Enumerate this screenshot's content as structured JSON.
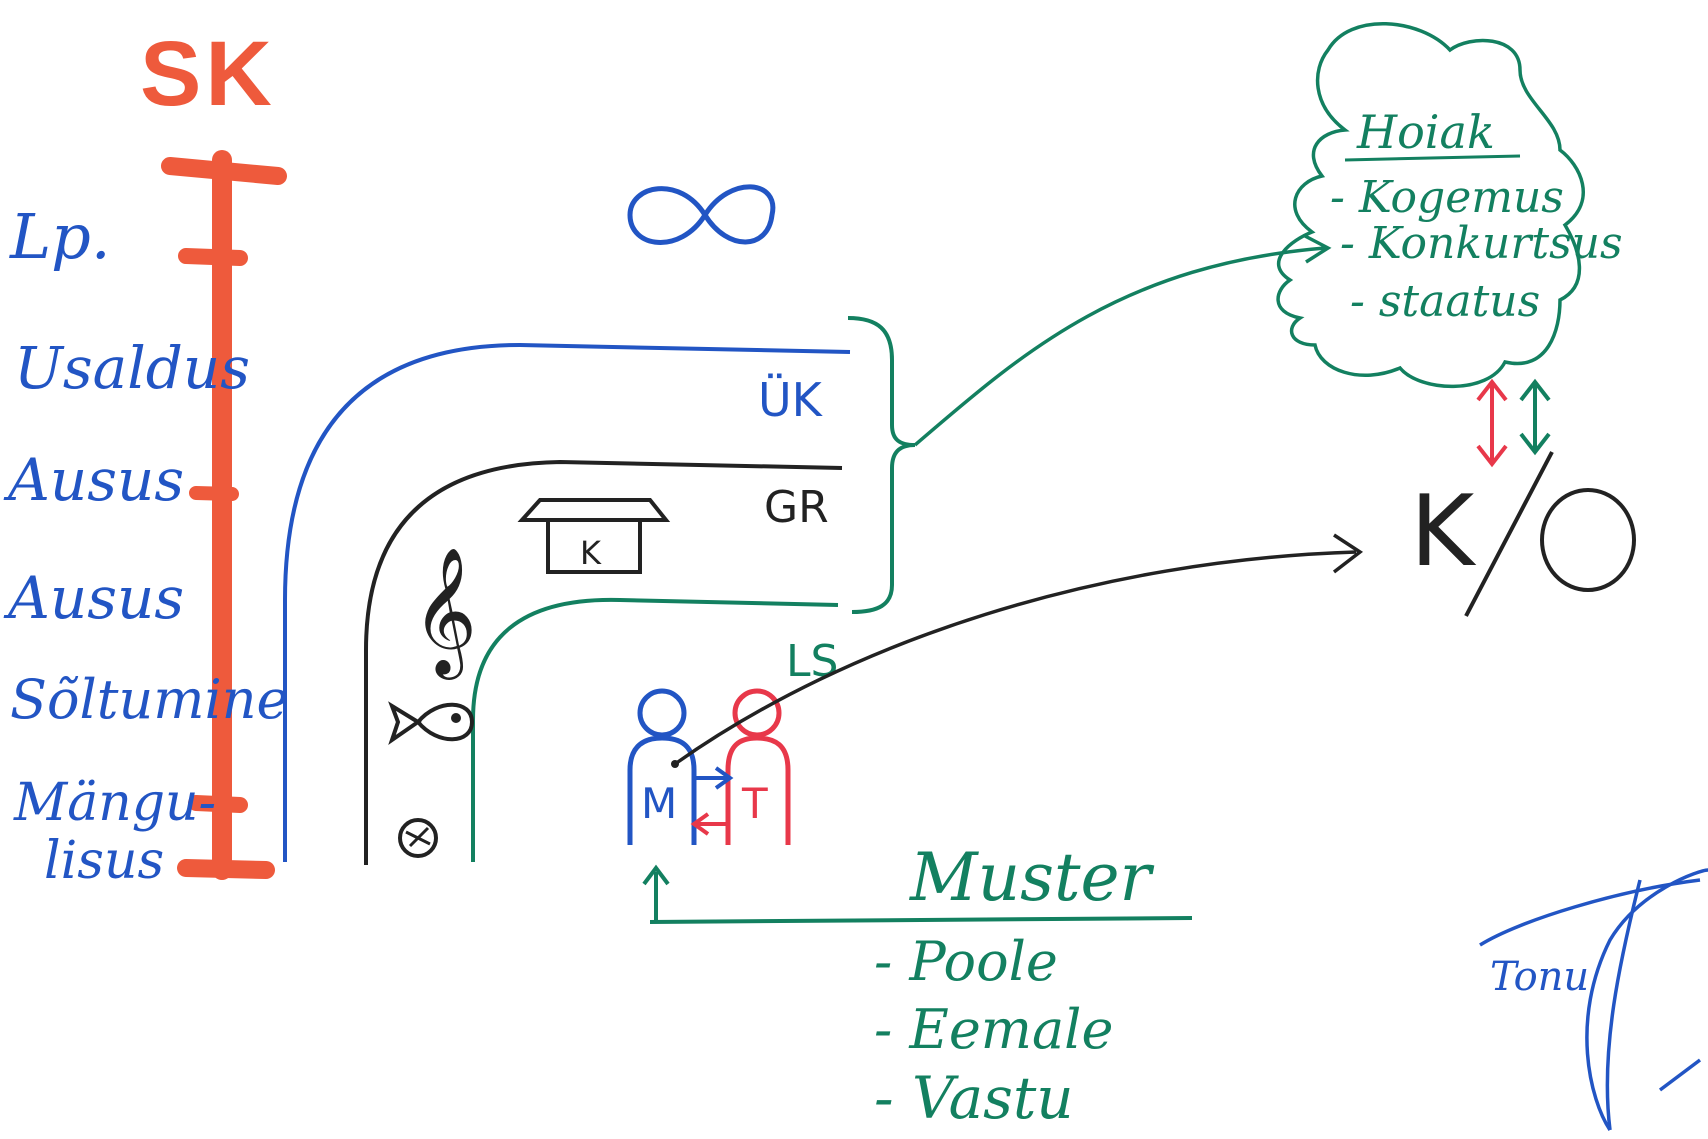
{
  "colors": {
    "red": "#ee5a3c",
    "blue": "#2255c4",
    "green": "#138060",
    "black": "#222222",
    "crimson": "#e8384a"
  },
  "scale": {
    "title": "SK",
    "items": [
      "Lp.",
      "Usaldus",
      "Ausus",
      "Ausus",
      "Sõltumine",
      "Mängu-",
      "lisus"
    ]
  },
  "infinity_icon": "infinity-icon",
  "layers": {
    "uk": "ÜK",
    "gr": "GR",
    "ls": "LS",
    "box": "K"
  },
  "layer_icons": [
    "treble-clef-icon",
    "fish-icon",
    "ball-icon",
    "desk-icon"
  ],
  "people": {
    "m": "M",
    "t": "T"
  },
  "hoiak": {
    "title": "Hoiak",
    "items": [
      "- Kogemus",
      "- Konkurtsus",
      "- staatus"
    ]
  },
  "ko": {
    "k": "K",
    "o": "O"
  },
  "muster": {
    "title": "Muster",
    "items": [
      "- Poole",
      "- Eemale",
      "- Vastu"
    ]
  },
  "signature": "Tonu"
}
